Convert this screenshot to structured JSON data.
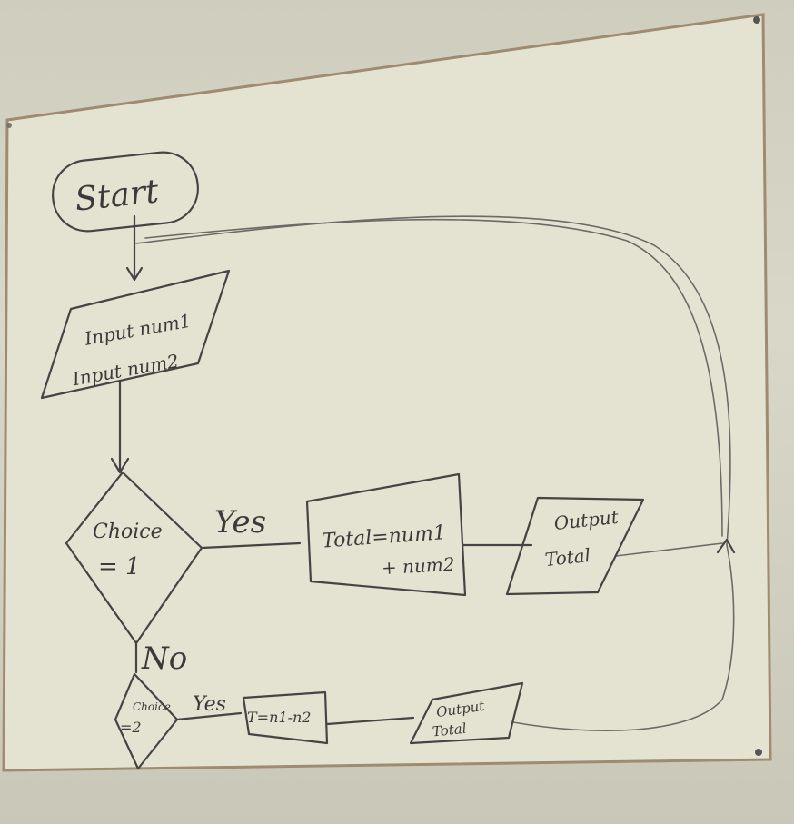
{
  "diagram": {
    "nodes": {
      "start": "Start",
      "input_line1": "Input num1",
      "input_line2": "Input num2",
      "decision1_line1": "Choice",
      "decision1_line2": "= 1",
      "process1_line1": "Total=num1",
      "process1_line2": "+ num2",
      "output1_line1": "Output",
      "output1_line2": "Total",
      "decision2_line1": "Choice",
      "decision2_line2": "=2",
      "process2": "T=n1-n2",
      "output2_line1": "Output",
      "output2_line2": "Total"
    },
    "labels": {
      "yes1": "Yes",
      "no1": "No",
      "yes2": "Yes"
    }
  }
}
